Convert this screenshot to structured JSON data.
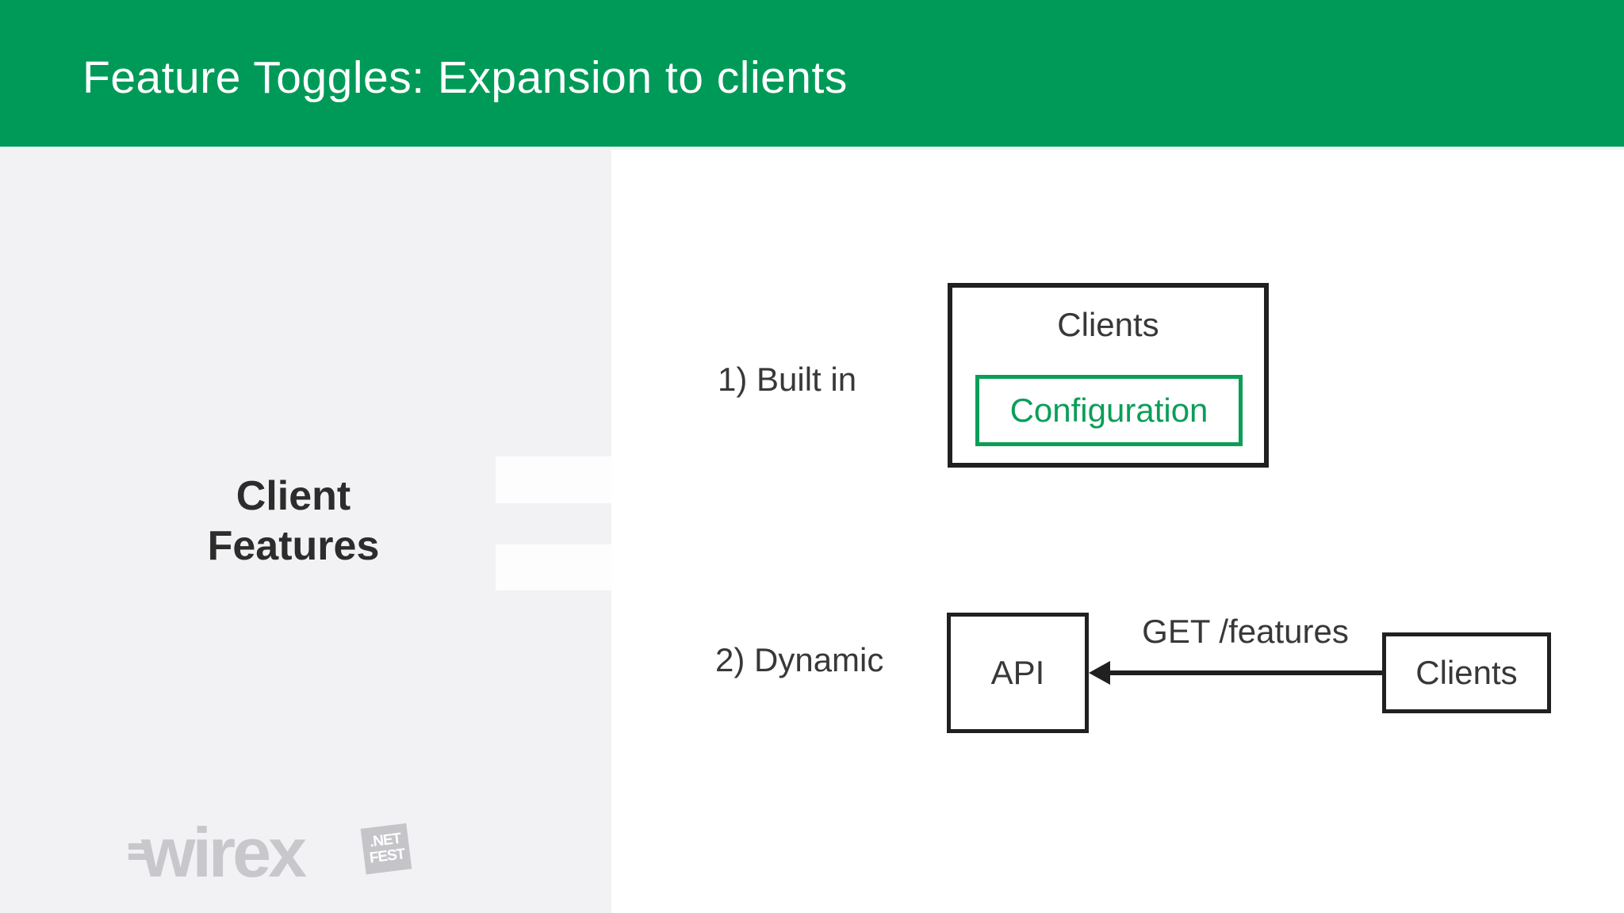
{
  "header": {
    "title": "Feature Toggles: Expansion to clients"
  },
  "sidebar": {
    "heading_lines": [
      "Client",
      "Features"
    ]
  },
  "diagram": {
    "built_in": {
      "label": "1) Built in",
      "clients_box_label": "Clients",
      "configuration_label": "Configuration"
    },
    "dynamic": {
      "label": "2) Dynamic",
      "api_label": "API",
      "arrow_label": "GET /features",
      "clients_label": "Clients"
    }
  },
  "footer": {
    "wirex_text": "wirex",
    "netfest_lines": [
      ".NET",
      "FEST"
    ]
  },
  "colors": {
    "header_green": "#009a58",
    "accent_green": "#0b9e59",
    "panel_gray": "#f2f2f4",
    "border_dark": "#202020",
    "text_dark": "#383838",
    "logo_gray": "#c8c8cc"
  }
}
